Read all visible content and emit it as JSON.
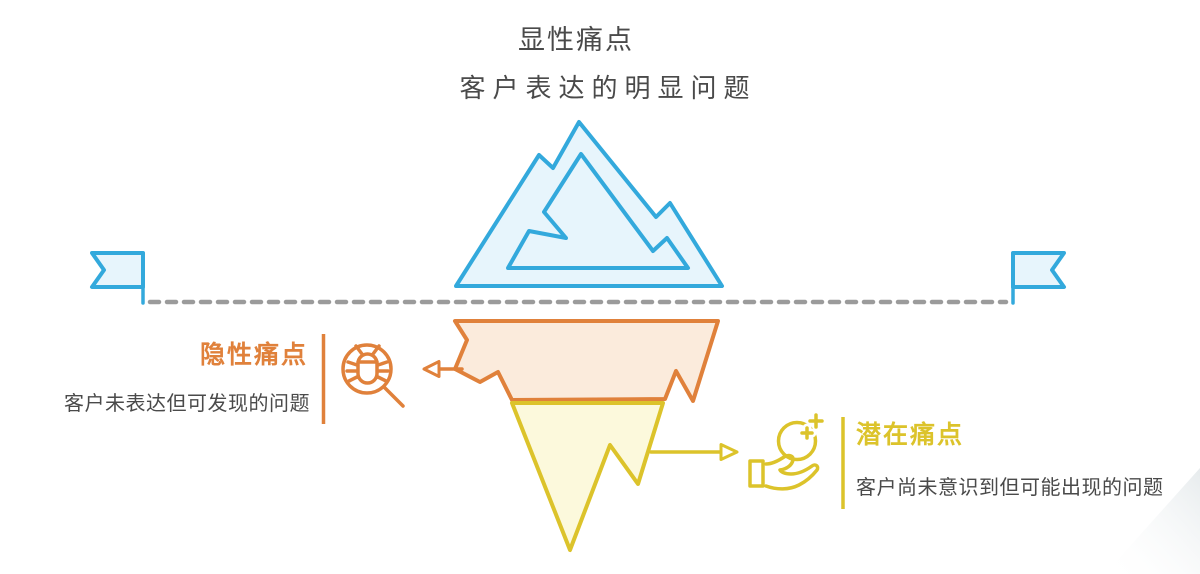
{
  "header": {
    "title": "显性痛点",
    "subtitle": "客户表达的明显问题"
  },
  "hidden_pain": {
    "title": "隐性痛点",
    "description": "客户未表达但可发现的问题",
    "icon": "bug-magnifier-icon",
    "accent_color": "#E0813B"
  },
  "potential_pain": {
    "title": "潜在痛点",
    "description": "客户尚未意识到但可能出现的问题",
    "icon": "hand-sparkle-icon",
    "accent_color": "#DCC32B"
  },
  "iceberg": {
    "above_water_icon": "mountain-icon",
    "waterline_icon": "dashed-waterline",
    "flag_icons": [
      "left-flag-icon",
      "right-flag-icon"
    ]
  },
  "colors": {
    "blue_stroke": "#33A9DC",
    "blue_fill": "#E7F5FC",
    "orange_stroke": "#E0813B",
    "orange_fill": "#FBEBDC",
    "yellow_stroke": "#DCC32B",
    "yellow_fill": "#FCF9DC",
    "text_gray": "#4A4A4A",
    "waterline_gray": "#9B9B9B"
  }
}
